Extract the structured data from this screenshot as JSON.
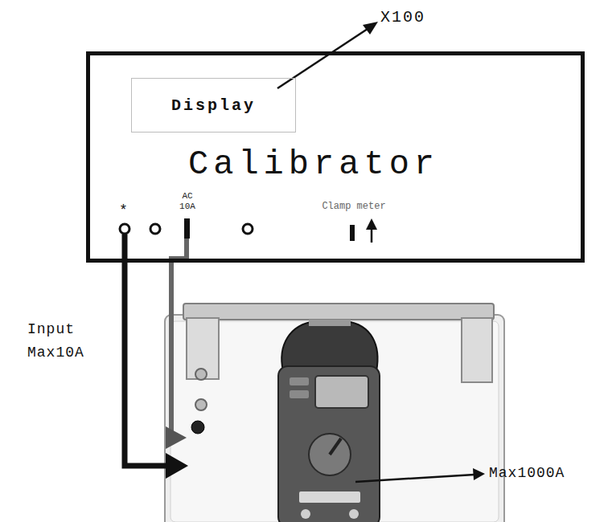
{
  "diagram": {
    "nodes": [
      {
        "text": [
          "Calibrator"
        ]
      },
      {
        "text": [
          "Display"
        ],
        "in": 0
      }
    ],
    "labels": [
      "X100",
      "*",
      "AC 10A",
      "Clamp meter",
      "Input Max10A",
      "Max1000A"
    ]
  }
}
